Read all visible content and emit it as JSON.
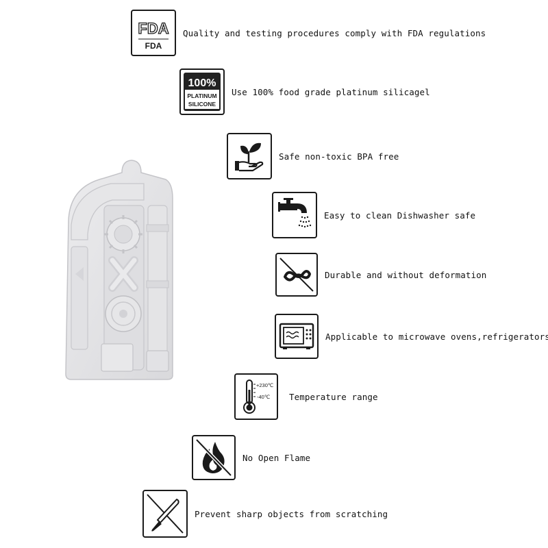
{
  "colors": {
    "border": "#1a1a1a",
    "mold": "#e3e3e5",
    "mold_shadow": "#c9c9cd",
    "text": "#111111"
  },
  "product_image": {
    "icon": "silicone-mold-image"
  },
  "features": [
    {
      "icon": "fda-icon",
      "icon_text_top": "FDA",
      "icon_text_bottom": "FDA",
      "label": "Quality and testing procedures comply with FDA regulations"
    },
    {
      "icon": "platinum-silicone-icon",
      "icon_text_top": "100%",
      "icon_text_mid": "PLATINUM",
      "icon_text_bottom": "SILICONE",
      "label": "Use 100% food grade platinum silicagel"
    },
    {
      "icon": "plant-hand-icon",
      "label": "Safe non-toxic BPA free"
    },
    {
      "icon": "faucet-icon",
      "label": "Easy to clean Dishwasher safe"
    },
    {
      "icon": "no-bend-icon",
      "label": "Durable and without deformation"
    },
    {
      "icon": "microwave-icon",
      "label": "Applicable to microwave ovens,refrigerators"
    },
    {
      "icon": "thermometer-icon",
      "icon_text_top": "+230℃",
      "icon_text_bottom": "-40℃",
      "label": "Temperature range"
    },
    {
      "icon": "no-flame-icon",
      "label": "No Open Flame"
    },
    {
      "icon": "no-knife-icon",
      "label": "Prevent sharp objects from scratching"
    }
  ]
}
